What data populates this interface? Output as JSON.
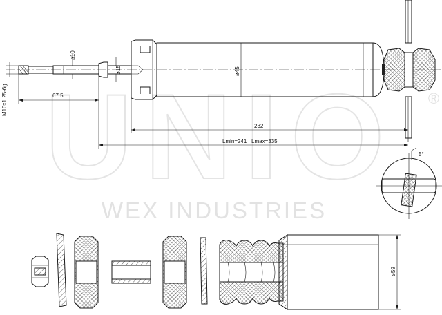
{
  "watermark": {
    "brand": "UNIO",
    "tagline": "WEX INDUSTRIES",
    "registered_mark": "®"
  },
  "dimensions": {
    "rod_diameter": "ø10",
    "stem_diameter": "ø15",
    "body_diameter": "ø45",
    "thread_spec": "M10x1.25-6g",
    "rod_length": "67.5",
    "body_length": "232",
    "stroke_range": "Lmin=241   Lmax=335",
    "angle": "5°",
    "boot_diameter": "ø59"
  },
  "colors": {
    "line": "#1a1a1a",
    "watermark": "#e6e6e6",
    "background": "#ffffff"
  }
}
